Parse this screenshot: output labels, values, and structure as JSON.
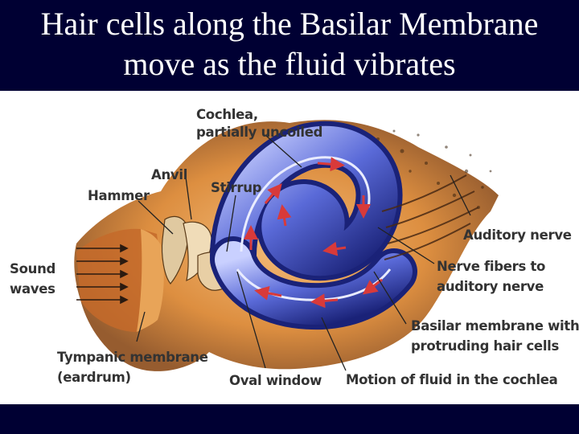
{
  "title": {
    "line1": "Hair cells along the Basilar Membrane",
    "line2": "move as the fluid vibrates"
  },
  "labels": {
    "cochlea_line1": "Cochlea,",
    "cochlea_line2": "partially uncoiled",
    "anvil": "Anvil",
    "hammer": "Hammer",
    "stirrup": "Stirrup",
    "auditory_nerve": "Auditory nerve",
    "sound_waves_line1": "Sound",
    "sound_waves_line2": "waves",
    "nerve_fibers_line1": "Nerve fibers to",
    "nerve_fibers_line2": "auditory nerve",
    "basilar_line1": "Basilar membrane with",
    "basilar_line2": "protruding hair cells",
    "tympanic_line1": "Tympanic membrane",
    "tympanic_line2": "(eardrum)",
    "oval_window": "Oval window",
    "fluid_motion": "Motion of fluid in the cochlea"
  },
  "colors": {
    "title_bar": "#000033",
    "footer_bar": "#000033",
    "title_text": "#ffffff",
    "label_text": "#333333",
    "tissue_orange": "#d9822b",
    "cochlea_blue": "#5a6ad8",
    "arrow_red": "#d83a3a"
  }
}
